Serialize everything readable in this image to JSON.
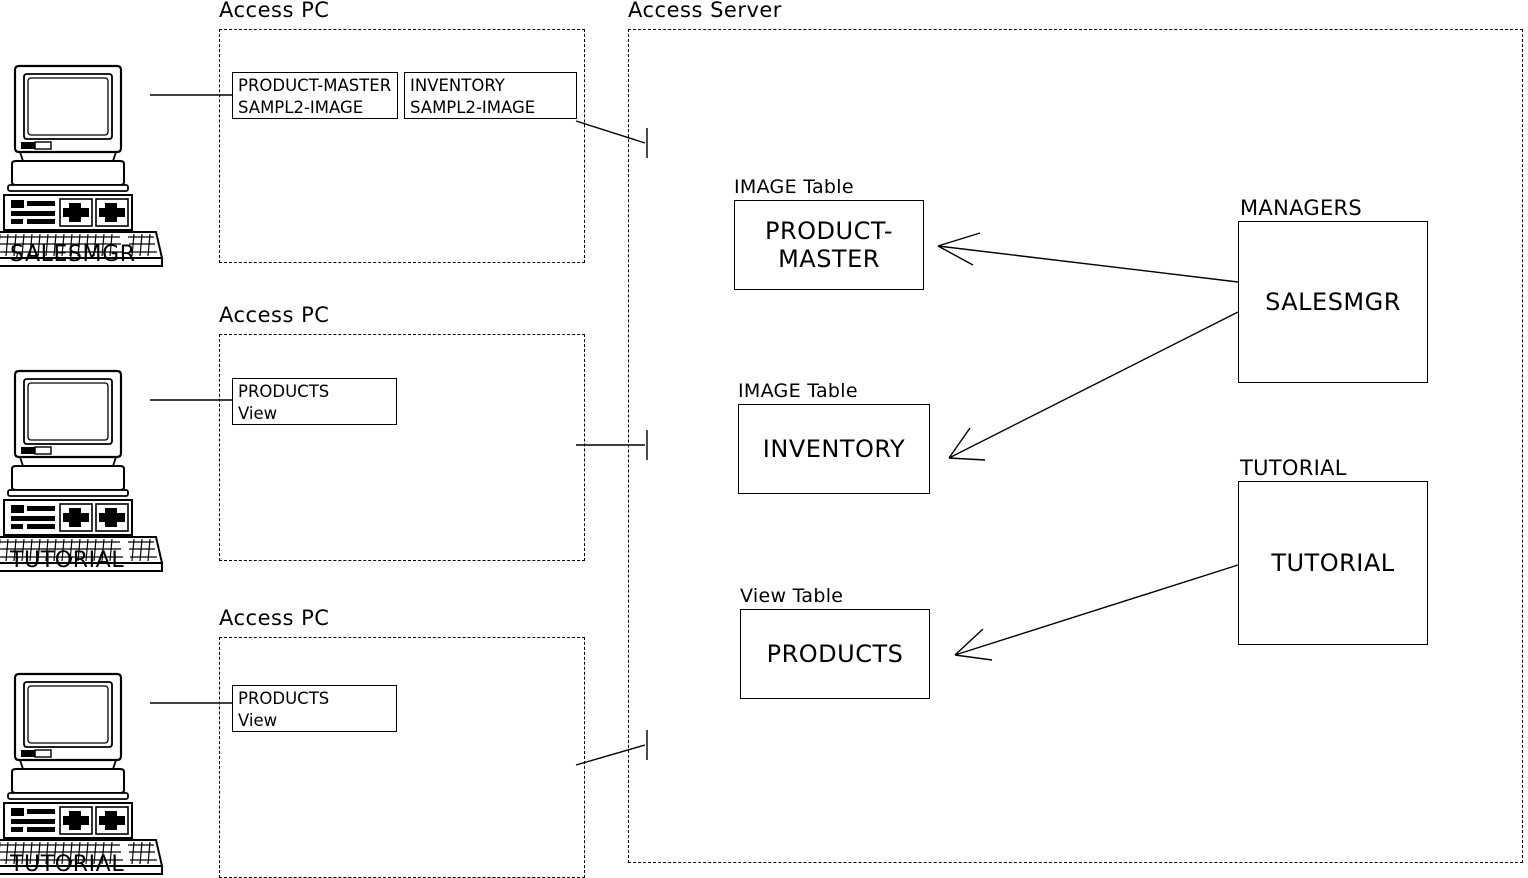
{
  "diagram": {
    "title": "Access PC / Access Server configuration diagram",
    "stroke_color": "#000000",
    "background_color": "#ffffff"
  },
  "regions": [
    {
      "label": "Access PC",
      "name": "access-pc-1"
    },
    {
      "label": "Access PC",
      "name": "access-pc-2"
    },
    {
      "label": "Access PC",
      "name": "access-pc-3"
    },
    {
      "label": "Access Server",
      "name": "access-server"
    }
  ],
  "terminals": [
    {
      "label": "SALESMGR",
      "icon": "desktop-computer-icon"
    },
    {
      "label": "TUTORIAL",
      "icon": "desktop-computer-icon"
    },
    {
      "label": "TUTORIAL",
      "icon": "desktop-computer-icon"
    }
  ],
  "pc_boxes": [
    {
      "line1": "PRODUCT-MASTER",
      "line2": "SAMPL2-IMAGE"
    },
    {
      "line1": "INVENTORY",
      "line2": "SAMPL2-IMAGE"
    },
    {
      "line1": "PRODUCTS",
      "line2": "View"
    },
    {
      "line1": "PRODUCTS",
      "line2": "View"
    }
  ],
  "server_tables": [
    {
      "caption": "IMAGE Table",
      "line1": "PRODUCT-",
      "line2": "MASTER"
    },
    {
      "caption": "IMAGE Table",
      "line1": "INVENTORY",
      "line2": ""
    },
    {
      "caption": "View Table",
      "line1": "PRODUCTS",
      "line2": ""
    }
  ],
  "server_managers": [
    {
      "caption": "MANAGERS",
      "label": "SALESMGR"
    },
    {
      "caption": "TUTORIAL",
      "label": "TUTORIAL"
    }
  ]
}
